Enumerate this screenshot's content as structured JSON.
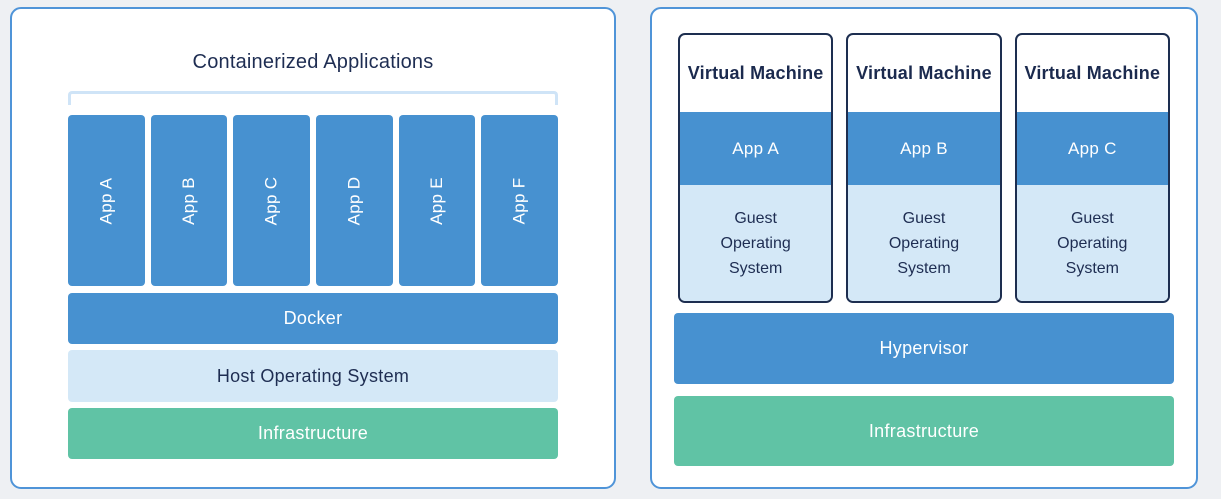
{
  "colors": {
    "accent_blue": "#4791d0",
    "light_blue": "#d4e8f7",
    "green": "#60c3a5",
    "navy": "#1d2e50",
    "panel_border_blue": "#4f94d8",
    "bracket_blue": "#cfe4f7",
    "page_background": "#eef0f3"
  },
  "left_panel": {
    "title": "Containerized Applications",
    "apps": [
      "App A",
      "App B",
      "App C",
      "App D",
      "App E",
      "App F"
    ],
    "layers": [
      {
        "label": "Docker"
      },
      {
        "label": "Host Operating System"
      },
      {
        "label": "Infrastructure"
      }
    ]
  },
  "right_panel": {
    "vms": [
      {
        "title": "Virtual Machine",
        "app": "App A",
        "os": "Guest Operating System"
      },
      {
        "title": "Virtual Machine",
        "app": "App B",
        "os": "Guest Operating System"
      },
      {
        "title": "Virtual Machine",
        "app": "App C",
        "os": "Guest Operating System"
      }
    ],
    "layers": [
      {
        "label": "Hypervisor"
      },
      {
        "label": "Infrastructure"
      }
    ]
  }
}
